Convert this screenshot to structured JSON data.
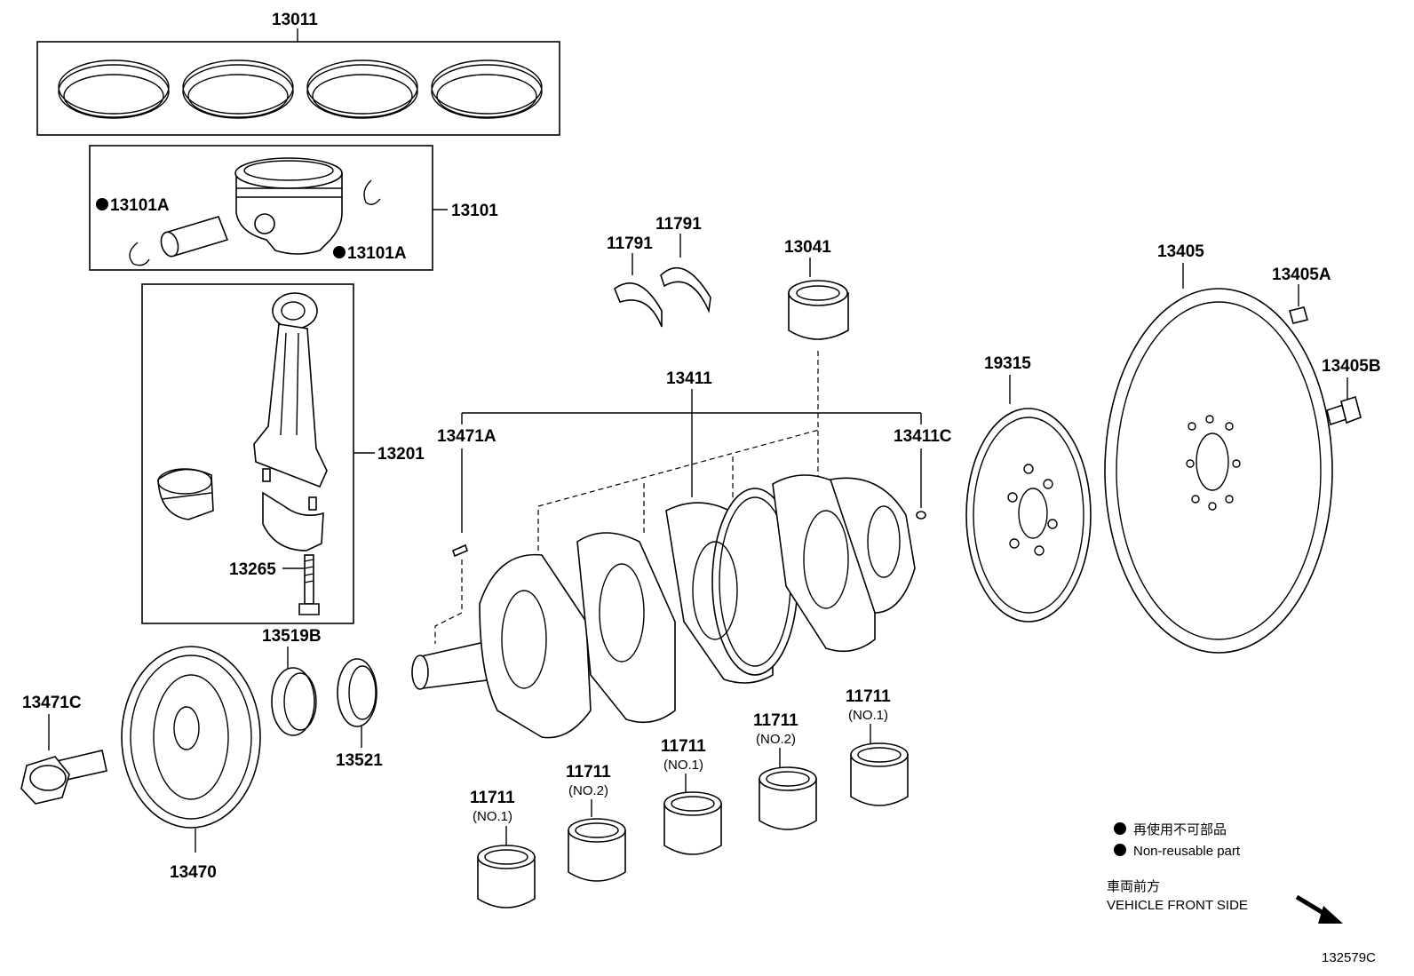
{
  "diagram": {
    "labels": {
      "p13011": "13011",
      "p13101": "13101",
      "p13101A_left": "13101A",
      "p13101A_right": "13101A",
      "p13201": "13201",
      "p13265": "13265",
      "p11791_a": "11791",
      "p11791_b": "11791",
      "p13041": "13041",
      "p13411": "13411",
      "p13471A": "13471A",
      "p13411C": "13411C",
      "p19315": "19315",
      "p13405": "13405",
      "p13405A": "13405A",
      "p13405B": "13405B",
      "p13519B": "13519B",
      "p13521": "13521",
      "p13471C": "13471C",
      "p13470": "13470",
      "p11711_1": "11711",
      "p11711_2": "11711",
      "p11711_3": "11711",
      "p11711_4": "11711",
      "p11711_5": "11711",
      "no1_a": "(NO.1)",
      "no2_a": "(NO.2)",
      "no1_b": "(NO.1)",
      "no2_b": "(NO.2)",
      "no1_c": "(NO.1)"
    },
    "legend": {
      "nonreusable_jp": "再使用不可部品",
      "nonreusable_en": "Non-reusable part",
      "front_jp": "車両前方",
      "front_en": "VEHICLE FRONT SIDE"
    },
    "figure_code": "132579C"
  }
}
